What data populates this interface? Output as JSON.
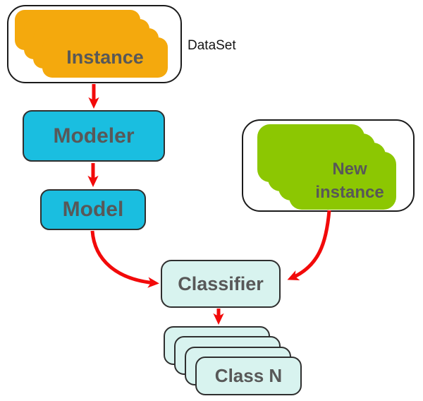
{
  "colors": {
    "orange": "#F4A90D",
    "cyan": "#1ABEE0",
    "green": "#8CC702",
    "light-cyan": "#D8F3EF",
    "red": "#F20A0A",
    "text": "#585858",
    "annotation-text": "#141414",
    "box-border": "#2F2F2F",
    "container-border": "#1B1B1B"
  },
  "diagram": {
    "dataset": {
      "label": "Instance",
      "annotation": "DataSet",
      "stack_count": 4
    },
    "modeler": {
      "label": "Modeler"
    },
    "model": {
      "label": "Model"
    },
    "new_instance": {
      "label": "New instance",
      "stack_count": 4
    },
    "classifier": {
      "label": "Classifier"
    },
    "classes": {
      "label": "Class N",
      "stack_count": 4
    },
    "edges": [
      {
        "from": "dataset",
        "to": "modeler"
      },
      {
        "from": "modeler",
        "to": "model"
      },
      {
        "from": "model",
        "to": "classifier"
      },
      {
        "from": "new_instance",
        "to": "classifier"
      },
      {
        "from": "classifier",
        "to": "classes"
      }
    ]
  }
}
